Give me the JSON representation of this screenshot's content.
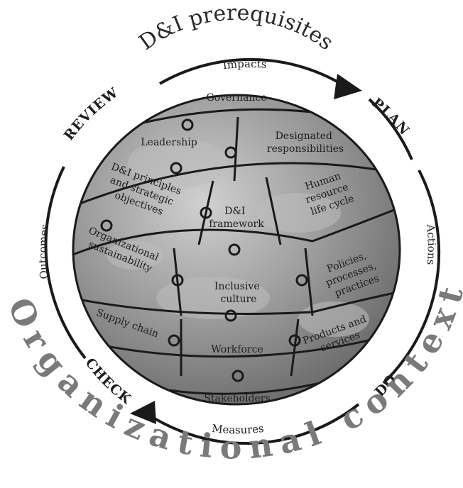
{
  "title": "D&I prerequisites",
  "context_label": "Organizational context",
  "cycle": {
    "plan": "PLAN",
    "do": "DO",
    "check": "CHECK",
    "review": "REVIEW",
    "impacts": "Impacts",
    "actions": "Actions",
    "measures": "Measures",
    "outcomes": "Outcomes"
  },
  "pieces": [
    {
      "id": "governance",
      "lines": [
        "Governance"
      ]
    },
    {
      "id": "leadership",
      "lines": [
        "Leadership"
      ]
    },
    {
      "id": "designated",
      "lines": [
        "Designated",
        "responsibilities"
      ]
    },
    {
      "id": "principles",
      "lines": [
        "D&I principles",
        "and strategic",
        "objectives"
      ]
    },
    {
      "id": "framework",
      "lines": [
        "D&I",
        "framework"
      ]
    },
    {
      "id": "hr",
      "lines": [
        "Human",
        "resource",
        "life cycle"
      ]
    },
    {
      "id": "sustain",
      "lines": [
        "Organizational",
        "sustainability"
      ]
    },
    {
      "id": "culture",
      "lines": [
        "Inclusive",
        "culture"
      ]
    },
    {
      "id": "policies",
      "lines": [
        "Policies,",
        "processes,",
        "practices"
      ]
    },
    {
      "id": "supply",
      "lines": [
        "Supply chain"
      ]
    },
    {
      "id": "workforce",
      "lines": [
        "Workforce"
      ]
    },
    {
      "id": "products",
      "lines": [
        "Products and",
        "services"
      ]
    },
    {
      "id": "stakeholders",
      "lines": [
        "Stakeholders"
      ]
    }
  ],
  "colors": {
    "globe": "#8e8e8e",
    "globe_light": "#c4c4c4",
    "puzzle_line": "#1a1a1a",
    "ring": "#1a1a1a",
    "context_text": "#7a7a7a"
  }
}
